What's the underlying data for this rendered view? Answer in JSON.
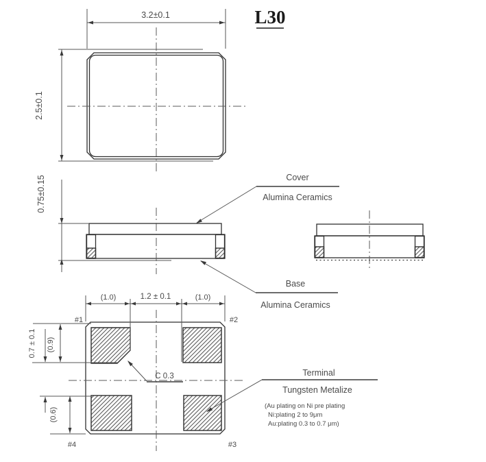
{
  "title": "L30",
  "colors": {
    "background": "#ffffff",
    "outline": "#2f2f2f",
    "dimension": "#555555",
    "text": "#4a4a4a"
  },
  "top_view": {
    "width_dim": "3.2±0.1",
    "height_dim": "2.5±0.1"
  },
  "front_view": {
    "height_dim": "0.75±0.15"
  },
  "callouts": {
    "cover_title": "Cover",
    "cover_sub": "Alumina Ceramics",
    "base_title": "Base",
    "base_sub": "Alumina Ceramics",
    "terminal_title": "Terminal",
    "terminal_sub": "Tungsten Metalize",
    "terminal_note1": "(Au plating on Ni pre plating",
    "terminal_note2": "Ni:plating 2 to 9μm",
    "terminal_note3": "Au:plating 0.3 to 0.7 μm)"
  },
  "bottom_view": {
    "left_pad_dim": "(1.0)",
    "center_dim": "1.2 ± 0.1",
    "right_pad_dim": "(1.0)",
    "gap_dim": "0.7 ± 0.1",
    "upper_ref_dim": "(0.9)",
    "lower_ref_dim": "(0.6)",
    "chamfer_dim": "C 0.3",
    "pin1": "#1",
    "pin2": "#2",
    "pin3": "#3",
    "pin4": "#4"
  }
}
